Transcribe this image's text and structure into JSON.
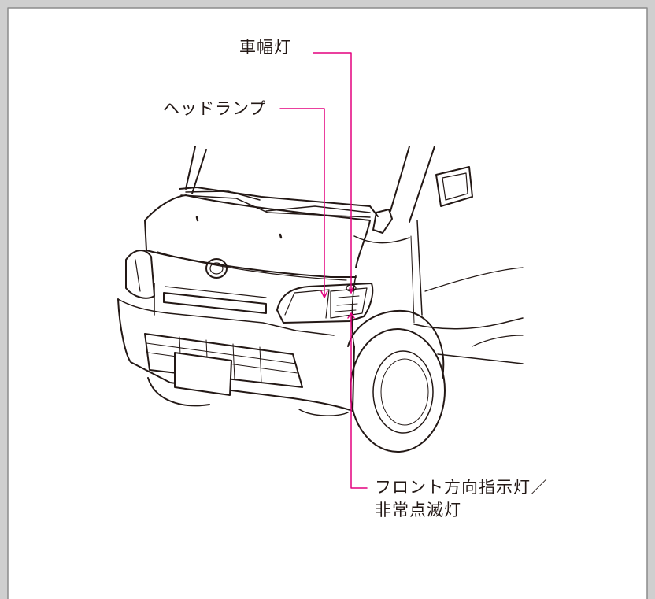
{
  "callouts": {
    "marker_lamp": "車幅灯",
    "headlamp": "ヘッドランプ",
    "turn_signal_line1": "フロント方向指示灯／",
    "turn_signal_line2": "非常点滅灯"
  },
  "colors": {
    "leader_line": "#e4007f",
    "drawing_stroke": "#231815",
    "frame_outer": "#cfcfcf",
    "frame_inner": "#8c8c8c"
  },
  "illustration": "front-left view of a cab-over van with headlamp cluster"
}
